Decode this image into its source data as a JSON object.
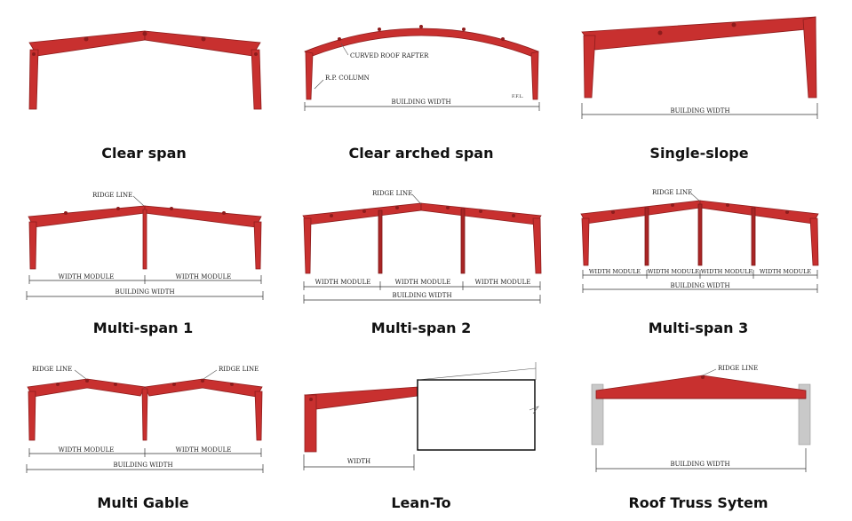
{
  "colors": {
    "steel": "#c8302f",
    "steel_outline": "#8e1c1c",
    "concrete": "#c9c9c9",
    "text": "#111111"
  },
  "panels": [
    {
      "id": "clear-span",
      "title": "Clear span",
      "annotations": []
    },
    {
      "id": "clear-arched-span",
      "title": "Clear arched span",
      "annotations": {
        "rafter": "CURVED ROOF RAFTER",
        "column": "R.P. COLUMN",
        "width": "BUILDING WIDTH",
        "ffl": "F.F.L."
      }
    },
    {
      "id": "single-slope",
      "title": "Single-slope",
      "annotations": {
        "width": "BUILDING WIDTH"
      }
    },
    {
      "id": "multi-span-1",
      "title": "Multi-span 1",
      "annotations": {
        "ridge": "RIDGE LINE",
        "modules": [
          "WIDTH MODULE",
          "WIDTH MODULE"
        ],
        "width": "BUILDING WIDTH"
      }
    },
    {
      "id": "multi-span-2",
      "title": "Multi-span 2",
      "annotations": {
        "ridge": "RIDGE LINE",
        "modules": [
          "WIDTH MODULE",
          "WIDTH MODULE",
          "WIDTH MODULE"
        ],
        "width": "BUILDING WIDTH"
      }
    },
    {
      "id": "multi-span-3",
      "title": "Multi-span 3",
      "annotations": {
        "ridge": "RIDGE LINE",
        "modules": [
          "WIDTH MODULE",
          "WIDTH MODULE",
          "WIDTH MODULE",
          "WIDTH MODULE"
        ],
        "width": "BUILDING WIDTH"
      }
    },
    {
      "id": "multi-gable",
      "title": "Multi Gable",
      "annotations": {
        "ridges": [
          "RIDGE LINE",
          "RIDGE LINE"
        ],
        "modules": [
          "WIDTH MODULE",
          "WIDTH MODULE"
        ],
        "width": "BUILDING WIDTH"
      }
    },
    {
      "id": "lean-to",
      "title": "Lean-To",
      "annotations": {
        "width": "WIDTH"
      }
    },
    {
      "id": "roof-truss-system",
      "title": "Roof Truss Sytem",
      "annotations": {
        "ridge": "RIDGE LINE",
        "width": "BUILDING WIDTH"
      }
    }
  ]
}
